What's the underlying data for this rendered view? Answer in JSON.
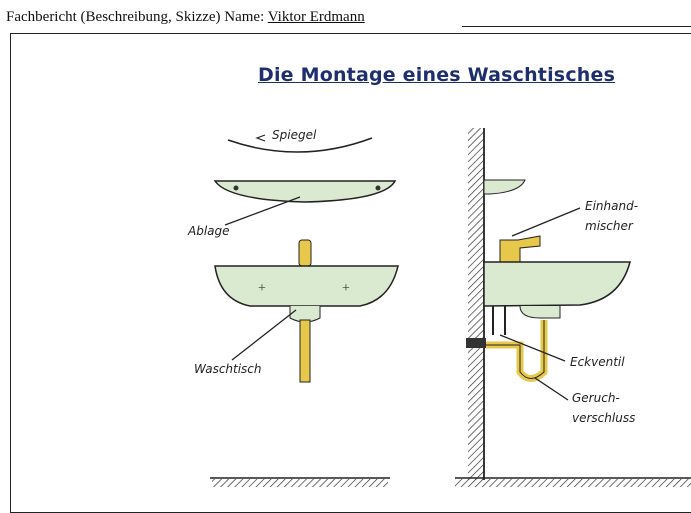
{
  "header": {
    "prefix": "Fachbericht (Beschreibung, Skizze) Name: ",
    "name": "Viktor Erdmann"
  },
  "title": "Die Montage eines Waschtisches",
  "labels": {
    "spiegel": "Spiegel",
    "ablage": "Ablage",
    "waschtisch": "Waschtisch",
    "einhand1": "Einhand-",
    "einhand2": "mischer",
    "eckventil": "Eckventil",
    "geruch1": "Geruch-",
    "geruch2": "verschluss"
  },
  "colors": {
    "title": "#1f2f6e",
    "basin": "#d9ead0",
    "brass": "#e8c84a"
  }
}
